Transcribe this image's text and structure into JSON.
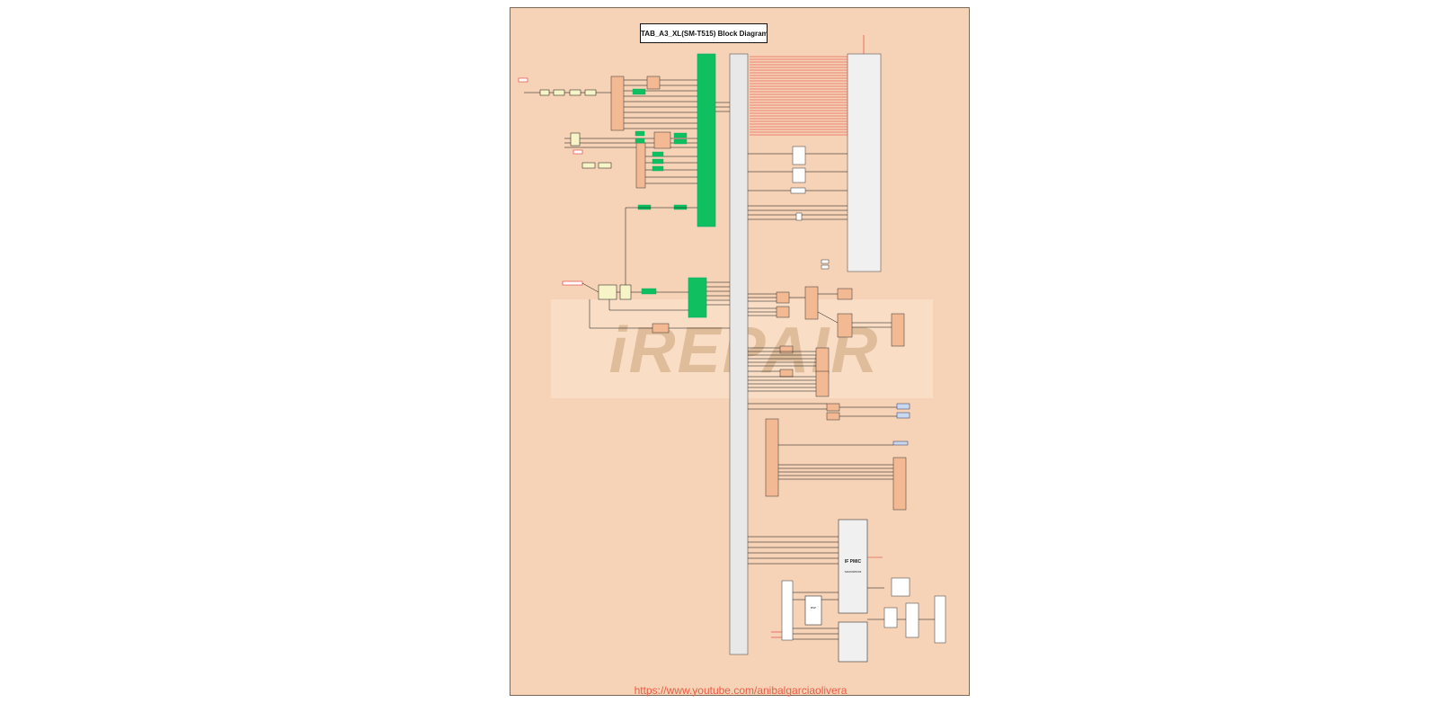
{
  "diagram": {
    "title": "TAB_A3_XL(SM-T515) Block Diagram",
    "footer_url": "https://www.youtube.com/anibalgarciaolivera",
    "watermark": "iREPAIR",
    "blocks": {
      "ifpmic": "IF PMIC",
      "ifpmic_part": "S2MU005X03",
      "bsp": "BSP"
    }
  },
  "colors": {
    "sheet_bg": "#f6d3b6",
    "bus": "#e8e8e8",
    "green_block": "#10c060",
    "orange_block": "#f2b993",
    "red_lines": "#e03030",
    "blue_block": "#c8d8f0"
  }
}
